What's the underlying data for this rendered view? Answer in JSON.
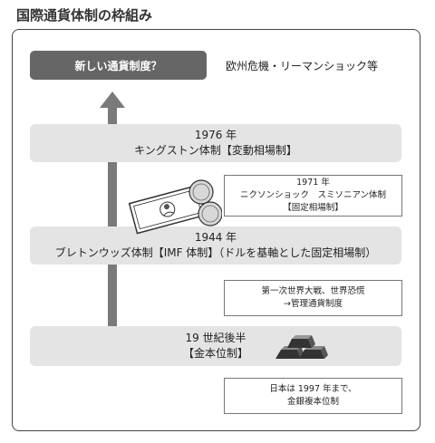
{
  "title": "国際通貨体制の枠組み",
  "top": {
    "box_label": "新しい通貨制度？",
    "note": "欧州危機・リーマンショック等"
  },
  "bands": {
    "b1976": {
      "line1": "1976 年",
      "line2": "キングストン体制【変動相場制】"
    },
    "b1944": {
      "line1": "1944 年",
      "line2": "ブレトンウッズ体制【IMF 体制】（ドルを基軸とした固定相場制）"
    },
    "b19c": {
      "line1": "19 世紀後半",
      "line2": "【金本位制】"
    }
  },
  "notes": {
    "n1971": {
      "line1": "1971 年",
      "line2": "ニクソンショック　スミソニアン体制",
      "line3": "【固定相場制】"
    },
    "nww1": {
      "line1": "第一次世界大戦、世界恐慌",
      "line2": "→管理通貨制度"
    },
    "n1997": {
      "line1": "日本は 1997 年まで、",
      "line2": "金銀複本位制"
    }
  },
  "icons": {
    "money": "banknote-and-coins-icon",
    "gold": "gold-bars-icon"
  },
  "colors": {
    "arrow": "#7a7a7a",
    "band": "#e4e4e4",
    "top_box": "#666666"
  }
}
